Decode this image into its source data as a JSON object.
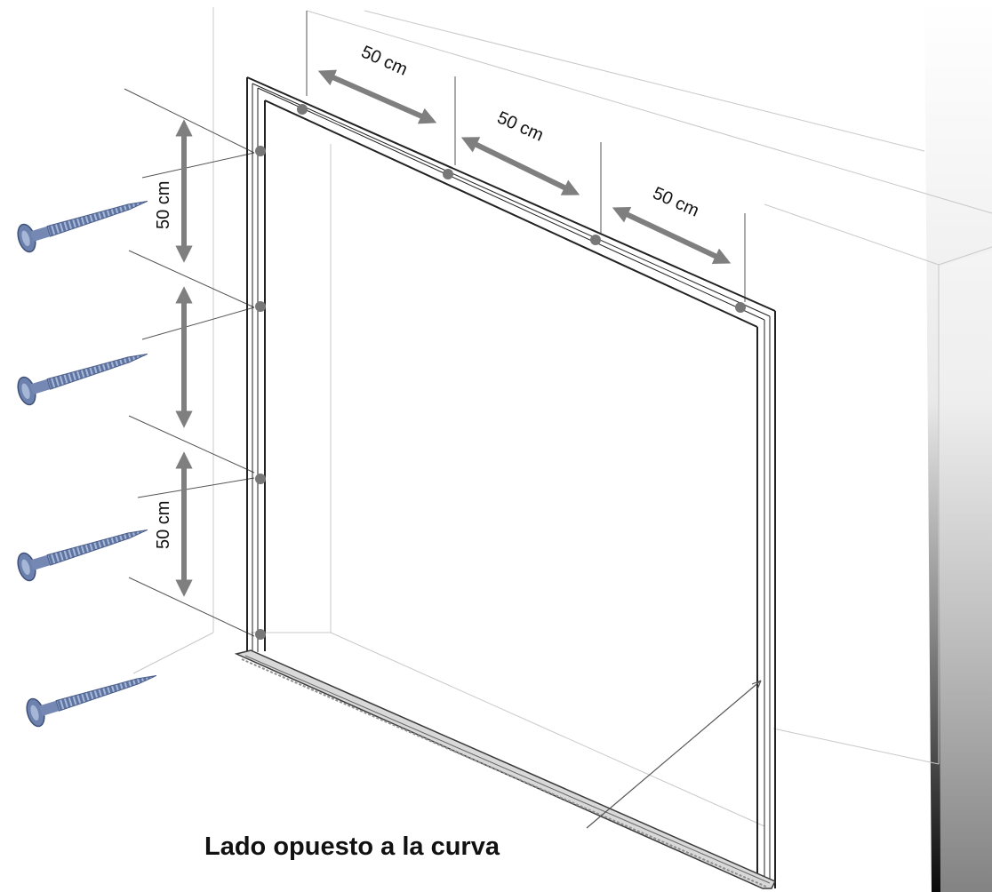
{
  "dimensions": {
    "top_1": "50 cm",
    "top_2": "50 cm",
    "top_3": "50 cm",
    "side_1": "50 cm",
    "side_2": "50 cm"
  },
  "caption": "Lado opuesto a la curva",
  "colors": {
    "arrow": "#7f7f7f",
    "frame": "#222222",
    "wall_line": "#c8c8c8",
    "screw": "#6a7fa6",
    "fix_point": "#777777"
  },
  "icons": [
    "screw-icon",
    "double-arrow-icon",
    "fixing-point-icon"
  ]
}
